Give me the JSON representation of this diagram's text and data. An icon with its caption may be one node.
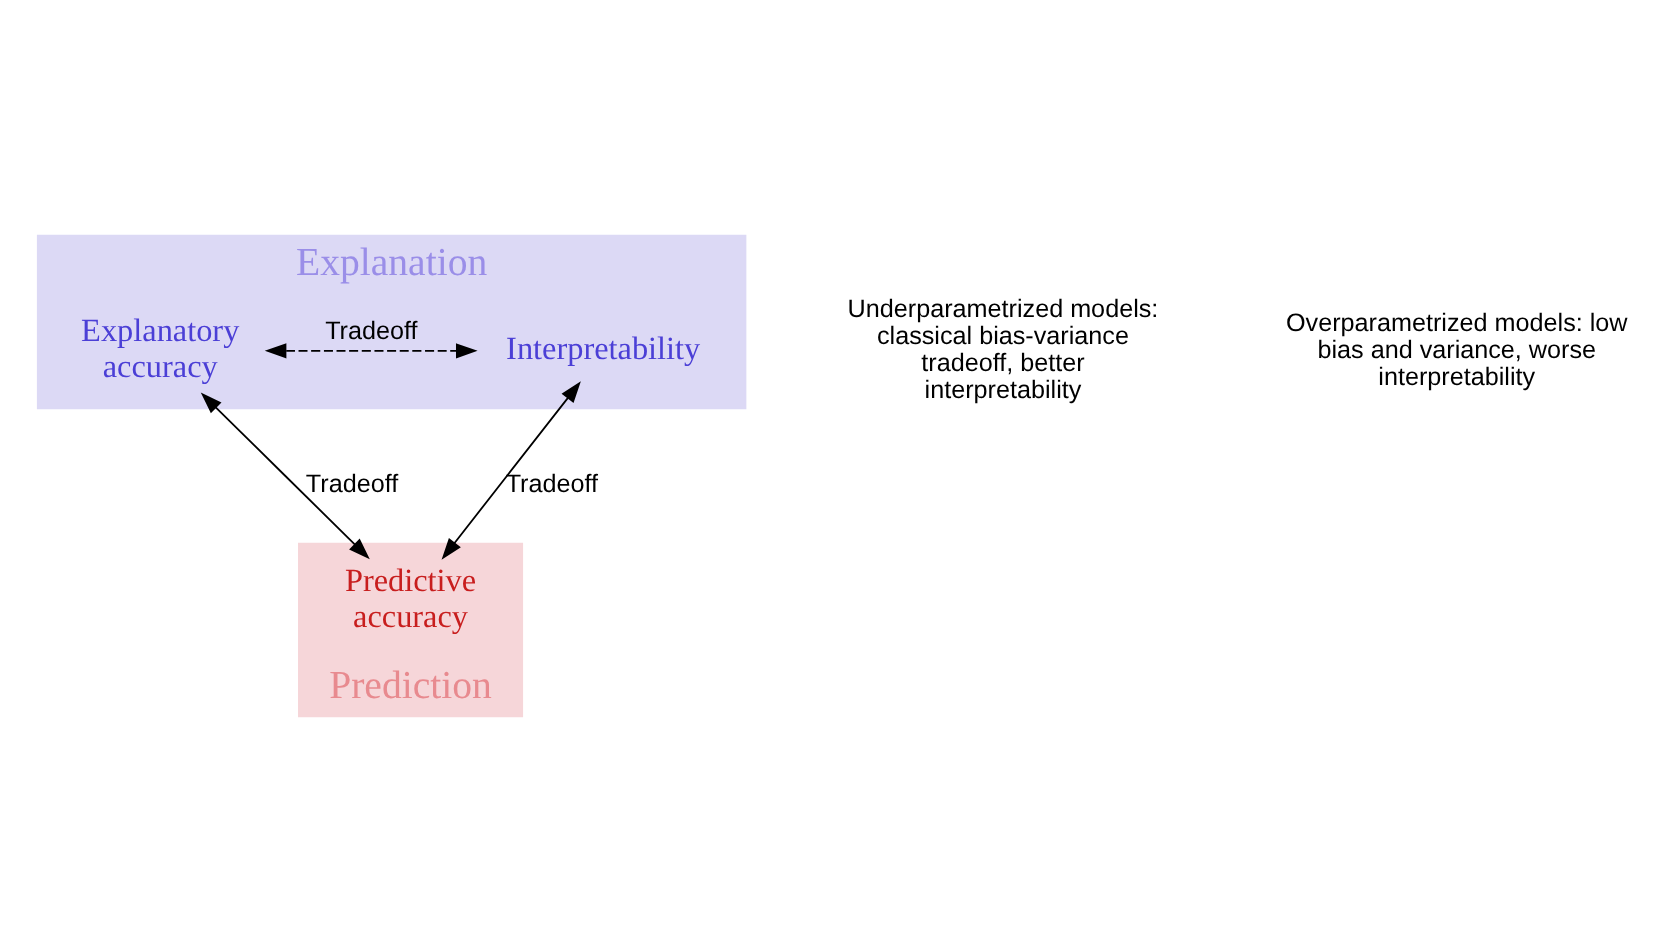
{
  "diagram": {
    "nodes": [
      {
        "text": [
          "Explanation"
        ]
      },
      {
        "text": [
          "Explanatory accuracy"
        ],
        "in": 0
      },
      {
        "text": [
          "Interpretability"
        ],
        "in": 0
      },
      {
        "text": [
          "Prediction"
        ]
      },
      {
        "text": [
          "Predictive accuracy"
        ],
        "in": 3
      }
    ],
    "edges": [
      {
        "from": 1,
        "to": 2,
        "arrow": "both",
        "label": "Tradeoff",
        "style": "dashed"
      },
      {
        "from": 1,
        "to": 4,
        "arrow": "both",
        "label": "Tradeoff"
      },
      {
        "from": 2,
        "to": 4,
        "arrow": "both",
        "label": "Tradeoff"
      }
    ],
    "labels": [
      "Underparametrized models: classical bias-variance tradeoff, better interpretability",
      "Overparametrized models: low bias and variance, worse interpretability"
    ]
  }
}
